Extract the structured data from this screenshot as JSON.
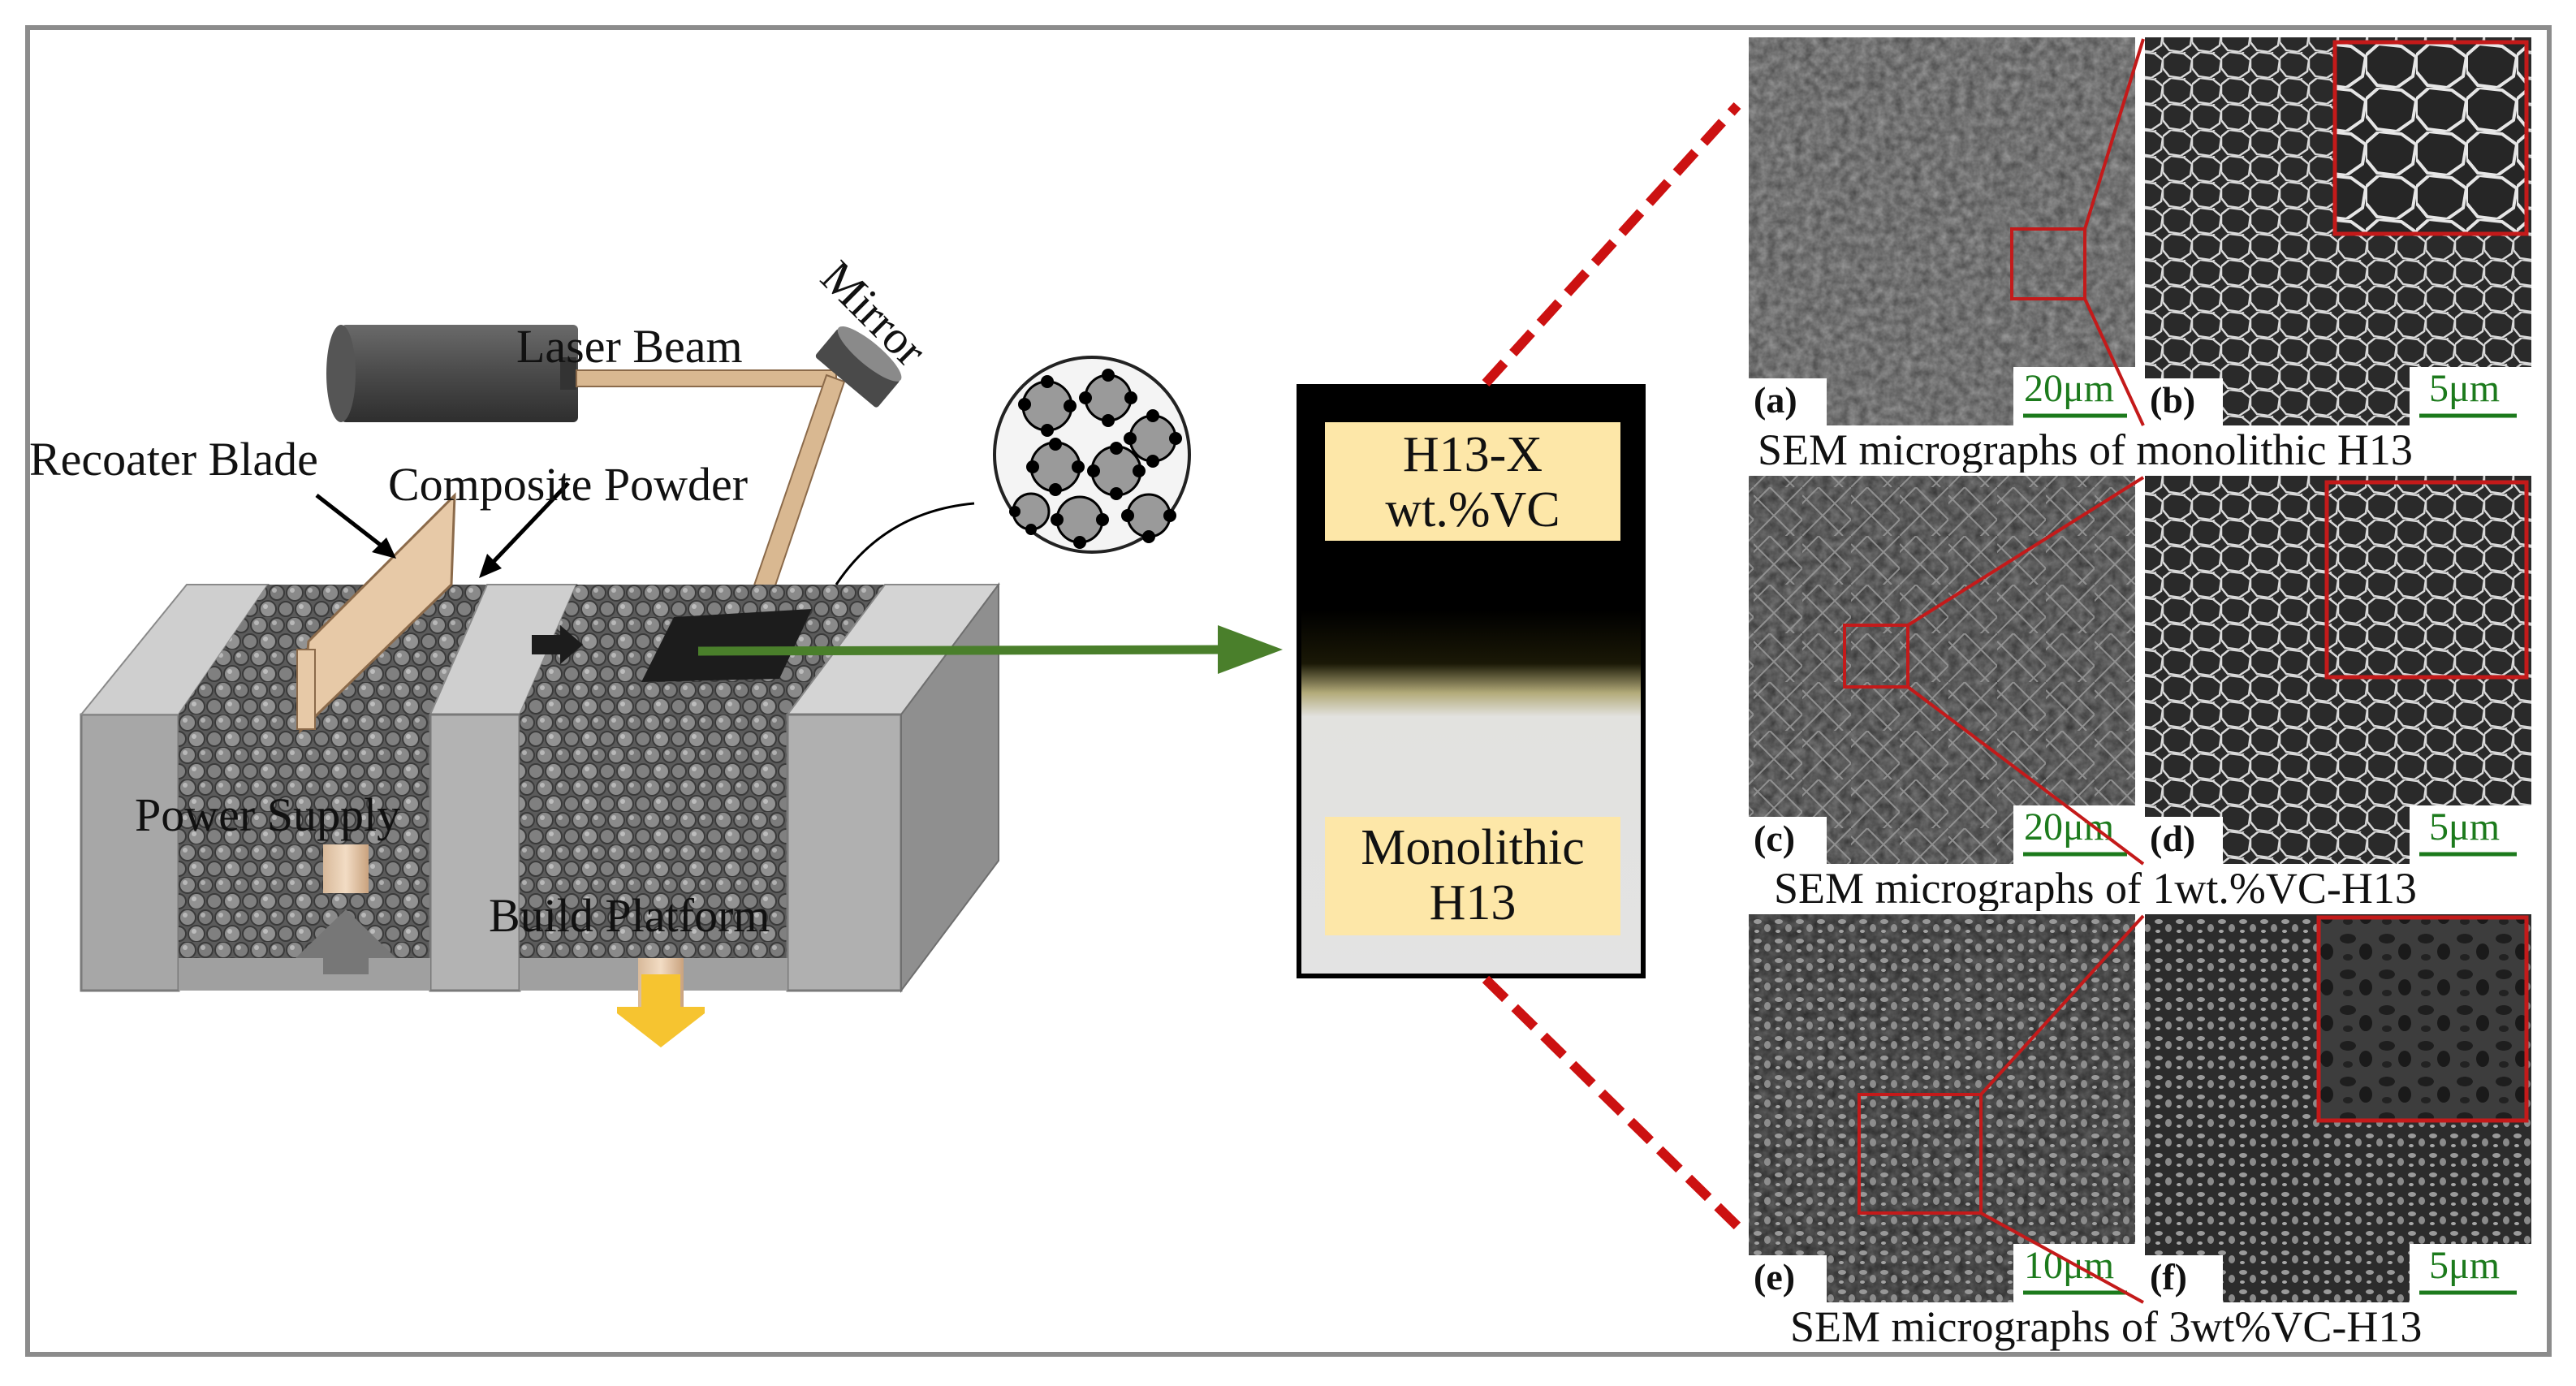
{
  "schematic": {
    "laser_beam": "Laser Beam",
    "mirror": "Mirror",
    "recoater_blade": "Recoater Blade",
    "composite_powder": "Composite Powder",
    "power_supply": "Power Supply",
    "build_platform": "Build Platform"
  },
  "sample": {
    "top_label_line1": "H13-X",
    "top_label_line2": "wt.%VC",
    "bottom_label_line1": "Monolithic",
    "bottom_label_line2": "H13"
  },
  "micrographs": {
    "rows": [
      {
        "caption": "SEM micrographs of monolithic H13",
        "left": {
          "id": "(a)",
          "scale": "20μm"
        },
        "right": {
          "id": "(b)",
          "scale": "5μm"
        }
      },
      {
        "caption": "SEM micrographs of 1wt.%VC-H13",
        "left": {
          "id": "(c)",
          "scale": "20μm"
        },
        "right": {
          "id": "(d)",
          "scale": "5μm"
        }
      },
      {
        "caption": "SEM micrographs of 3wt%VC-H13",
        "left": {
          "id": "(e)",
          "scale": "10μm"
        },
        "right": {
          "id": "(f)",
          "scale": "5μm"
        }
      }
    ]
  },
  "colors": {
    "frame": "#8c8c8c",
    "laser_beam": "#d9b891",
    "arrow_green": "#4a7f2b",
    "dashed_red": "#cc1111",
    "label_yellow": "#fde7a8",
    "platform_arrow": "#f6c430",
    "supply_arrow": "#777777",
    "scale_green": "#1c7a1c",
    "zoom_box_red": "#c41a1a"
  }
}
